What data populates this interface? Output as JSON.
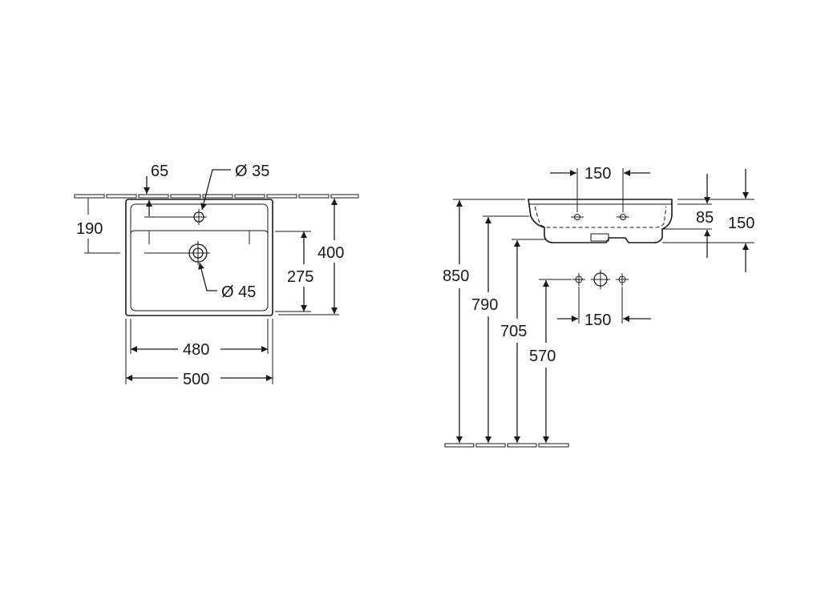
{
  "top_view": {
    "faucet_offset": "65",
    "faucet_hole": "Ø 35",
    "faucet_depth": "190",
    "overall_depth": "400",
    "drain_height": "275",
    "drain_hole": "Ø 45",
    "inner_width": "480",
    "outer_width": "500"
  },
  "side_view": {
    "top_spacing": "150",
    "rim_height": "85",
    "basin_height": "150",
    "mount_height": "850",
    "tap_height": "790",
    "drain_height": "705",
    "supply_height": "570",
    "supply_spacing": "150"
  }
}
